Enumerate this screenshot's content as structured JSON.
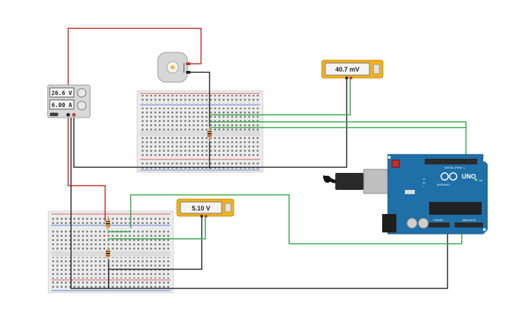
{
  "power_supply": {
    "voltage": "26.6 V",
    "current": "6.00 A"
  },
  "multimeters": {
    "top_reading": "40.7 mV",
    "bottom_reading": "5.10 V"
  },
  "motor": {
    "label": "DC Motor"
  },
  "arduino": {
    "brand": "ARDUINO",
    "model": "UNO",
    "digital_label": "DIGITAL (PWM ~)",
    "power_label": "POWER",
    "analog_label": "ANALOG IN",
    "on_label": "ON",
    "tx_label": "TX",
    "rx_label": "RX",
    "l_label": "L"
  },
  "colors": {
    "wire_red": "#d12a2a",
    "wire_green": "#35a84a",
    "wire_black": "#2b2b2b",
    "arduino_blue": "#1f6fa8",
    "meter_frame": "#f1b21c",
    "breadboard": "#ececec"
  }
}
